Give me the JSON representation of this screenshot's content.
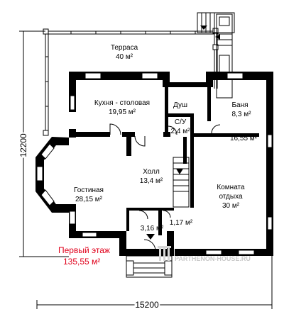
{
  "rooms": {
    "terrace": {
      "name": "Терраса",
      "area": "40 м²"
    },
    "kitchen": {
      "name": "Кухня - столовая",
      "area": "19,95 м²"
    },
    "shower": {
      "name": "Душ"
    },
    "bath": {
      "name": "Баня",
      "area": "8,3 м²"
    },
    "wc": {
      "name": "С/У",
      "area": "2,4 м²"
    },
    "room_area_top": {
      "area": "16,55 м²"
    },
    "hall": {
      "name": "Холл",
      "area": "13,4 м²"
    },
    "living": {
      "name": "Гостиная",
      "area": "28,15 м²"
    },
    "room": {
      "name_line1": "Комната",
      "name_line2": "отдыха",
      "area": "30 м²"
    },
    "vestibule": {
      "area": "3,16 м²"
    },
    "closet": {
      "area": "1,17 м²"
    }
  },
  "floor": {
    "title": "Первый этаж",
    "area": "135,55 м²"
  },
  "dimensions": {
    "width": "15200",
    "height": "12200"
  },
  "watermark": "PARTHENON-HOUSE.RU",
  "colors": {
    "wall": "#000000",
    "window": "#ffffff",
    "title": "#e0001b",
    "watermark": "#c9c9c9",
    "line": "#000000"
  }
}
